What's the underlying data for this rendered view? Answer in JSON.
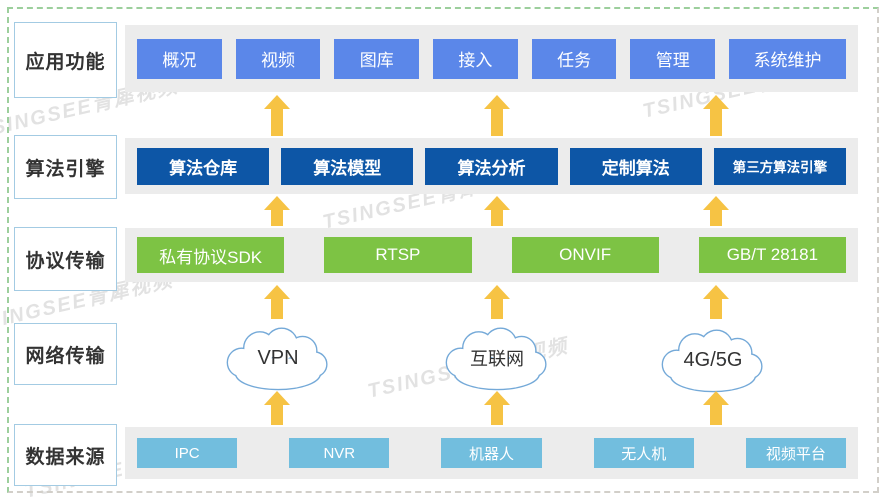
{
  "watermark": "TSINGSEE青犀视频",
  "layers": [
    {
      "label": "应用功能",
      "items": [
        "概况",
        "视频",
        "图库",
        "接入",
        "任务",
        "管理",
        "系统维护"
      ]
    },
    {
      "label": "算法引擎",
      "items": [
        "算法仓库",
        "算法模型",
        "算法分析",
        "定制算法",
        "第三方算法引擎"
      ]
    },
    {
      "label": "协议传输",
      "items": [
        "私有协议SDK",
        "RTSP",
        "ONVIF",
        "GB/T 28181"
      ]
    },
    {
      "label": "网络传输",
      "items": [
        "VPN",
        "互联网",
        "4G/5G"
      ]
    },
    {
      "label": "数据来源",
      "items": [
        "IPC",
        "NVR",
        "机器人",
        "无人机",
        "视频平台"
      ]
    }
  ],
  "colors": {
    "app_button": "#5b87e9",
    "algo_button": "#0d56a6",
    "protocol_button": "#7dc344",
    "source_button": "#72bede",
    "band": "#ececec",
    "arrow": "#f6c344",
    "cloud_stroke": "#74a9d8",
    "frame_dash_green": "#9ccf9c",
    "label_border": "#a3cbe3"
  }
}
